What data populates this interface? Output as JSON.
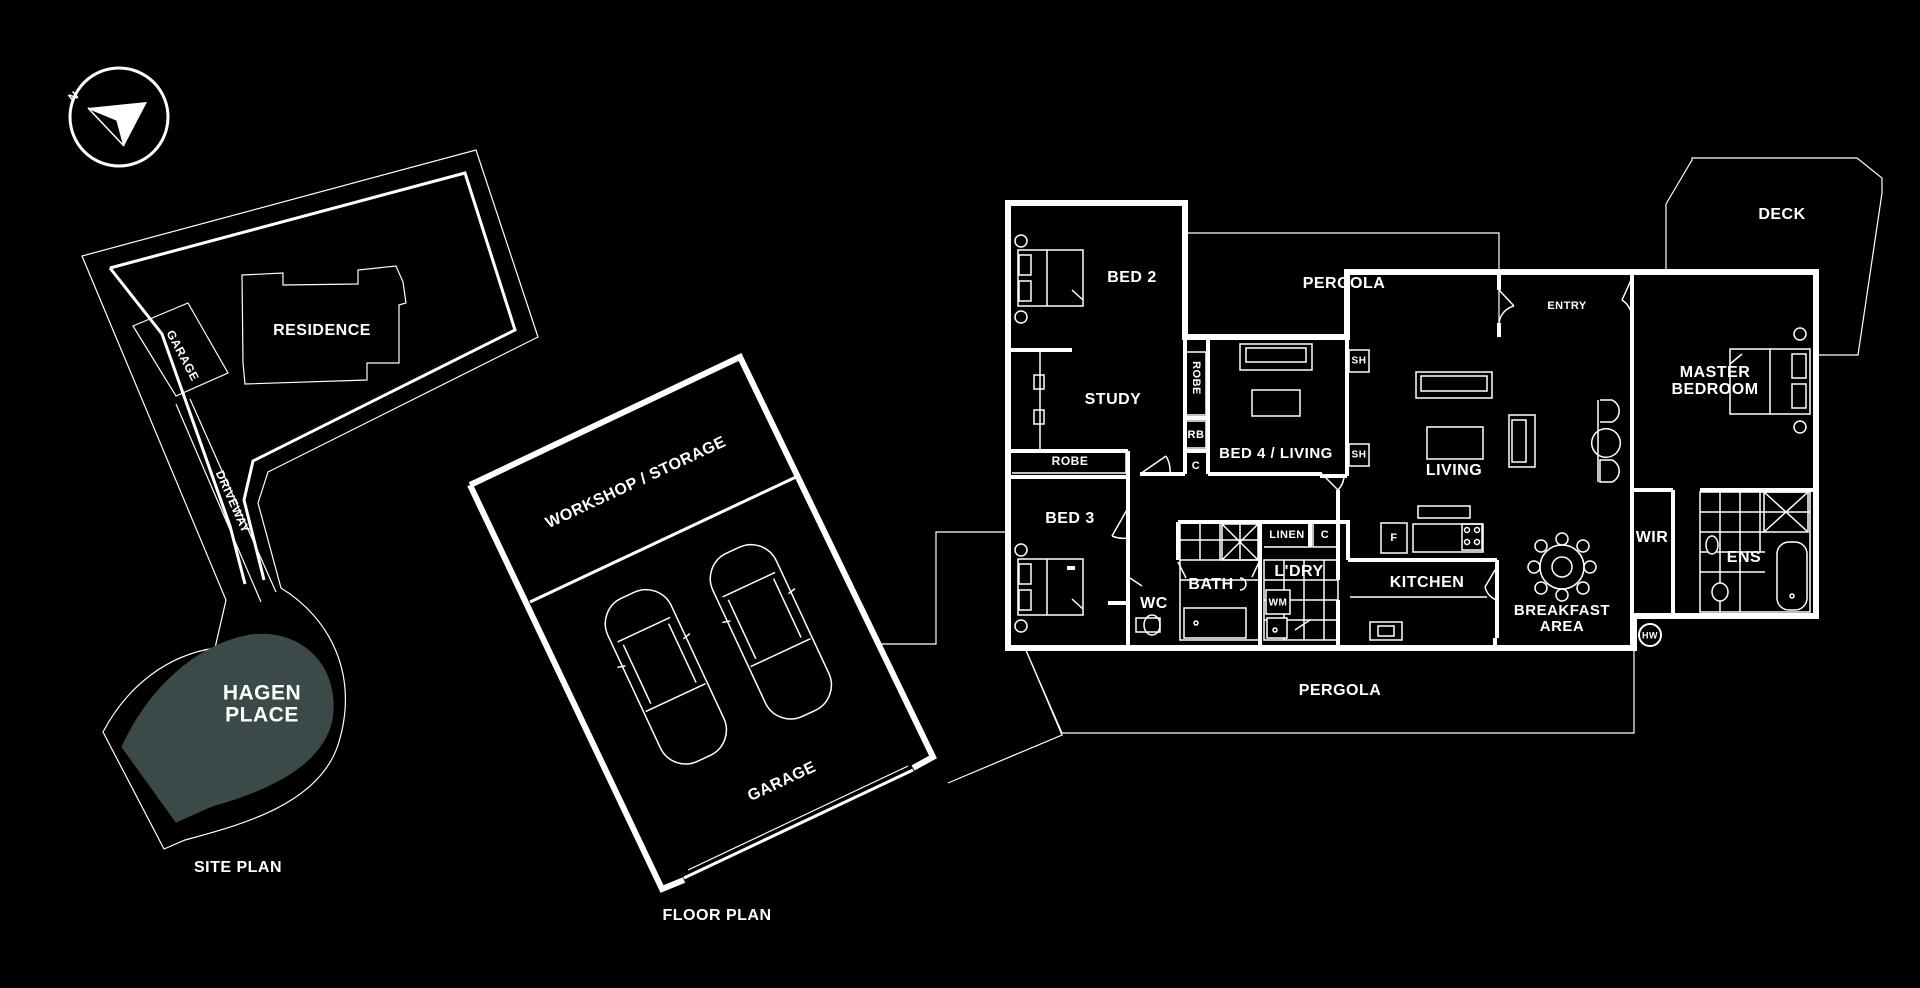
{
  "colors": {
    "background": "#000000",
    "line": "#ffffff",
    "cul_de_sac": "#3b4a49"
  },
  "compass": {
    "north_label": "N"
  },
  "site_plan": {
    "caption": "SITE PLAN",
    "residence": "RESIDENCE",
    "garage": "GARAGE",
    "driveway": "DRIVEWAY",
    "street_line1": "HAGEN",
    "street_line2": "PLACE"
  },
  "garage_plan": {
    "caption": "FLOOR PLAN",
    "workshop": "WORKSHOP / STORAGE",
    "garage": "GARAGE"
  },
  "floor_plan": {
    "rooms": {
      "bed2": "BED 2",
      "study": "STUDY",
      "robe_study": "ROBE",
      "bed3": "BED 3",
      "pergola_top": "PERGOLA",
      "pergola_bottom": "PERGOLA",
      "robe_vertical": "ROBE",
      "rb": "RB",
      "c_small": "C",
      "bed4": "BED 4 / LIVING",
      "sh_top": "SH",
      "sh_bottom": "SH",
      "living": "LIVING",
      "entry": "ENTRY",
      "deck": "DECK",
      "master_line1": "MASTER",
      "master_line2": "BEDROOM",
      "wir": "WIR",
      "ens": "ENS",
      "hw": "HW",
      "wc": "WC",
      "bath": "BATH",
      "linen": "LINEN",
      "c_linen": "C",
      "ldry": "L'DRY",
      "wm": "WM",
      "kitchen": "KITCHEN",
      "fridge": "F",
      "breakfast_line1": "BREAKFAST",
      "breakfast_line2": "AREA"
    }
  }
}
